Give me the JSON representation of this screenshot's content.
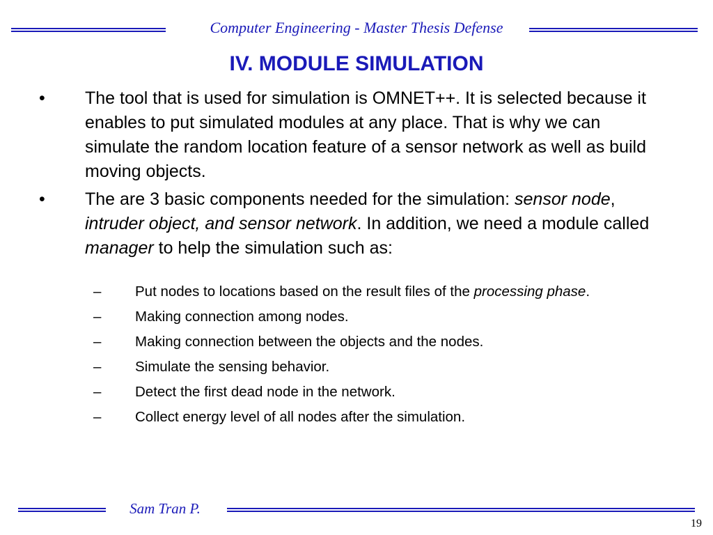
{
  "header": {
    "text": "Computer Engineering - Master Thesis Defense"
  },
  "title": "IV. MODULE SIMULATION",
  "bullets": {
    "marker": "•",
    "b1": {
      "text": "The tool that is used for simulation is OMNET++. It is selected because it enables to put simulated modules at any place. That is why we can simulate the random location feature of a sensor network as well as build moving objects."
    },
    "b2": {
      "t1": "The are 3 basic components needed for the simulation: ",
      "i1": "sensor node",
      "t2": ", ",
      "i2": "intruder object, and sensor network",
      "t3": ". In addition, we need a module called ",
      "i3": "manager",
      "t4": " to help the simulation such as:"
    }
  },
  "subs": {
    "marker": "–",
    "s1": {
      "t1": "Put nodes to locations based on the result files of the ",
      "i1": "processing phase",
      "t2": "."
    },
    "s2": "Making connection among nodes.",
    "s3": "Making connection between the objects and the nodes.",
    "s4": "Simulate the sensing behavior.",
    "s5": "Detect the first dead node in the network.",
    "s6": "Collect energy level of all nodes after the simulation."
  },
  "footer": {
    "author": "Sam Tran P.",
    "page": "19"
  },
  "colors": {
    "accent": "#1a1ab8",
    "text": "#000000",
    "background": "#ffffff"
  }
}
